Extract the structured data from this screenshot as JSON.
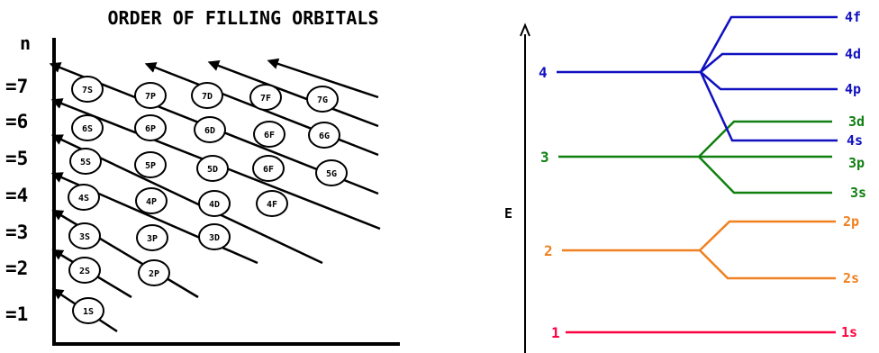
{
  "left_panel": {
    "title": "ORDER OF FILLING ORBITALS",
    "n_label": "n",
    "row_labels": [
      "=7",
      "=6",
      "=5",
      "=4",
      "=3",
      "=2",
      "=1"
    ],
    "orbitals": [
      {
        "label": "7S"
      },
      {
        "label": "7P"
      },
      {
        "label": "7D"
      },
      {
        "label": "7F"
      },
      {
        "label": "7G"
      },
      {
        "label": "6S"
      },
      {
        "label": "6P"
      },
      {
        "label": "6D"
      },
      {
        "label": "6F"
      },
      {
        "label": "6G"
      },
      {
        "label": "5S"
      },
      {
        "label": "5P"
      },
      {
        "label": "5D"
      },
      {
        "label": "6F"
      },
      {
        "label": "5G"
      },
      {
        "label": "4S"
      },
      {
        "label": "4P"
      },
      {
        "label": "4D"
      },
      {
        "label": "4F"
      },
      {
        "label": "3S"
      },
      {
        "label": "3P"
      },
      {
        "label": "3D"
      },
      {
        "label": "2S"
      },
      {
        "label": "2P"
      },
      {
        "label": "1S"
      }
    ]
  },
  "right_panel": {
    "axis_label": "E",
    "level_labels": [
      "1",
      "2",
      "3",
      "4"
    ],
    "sublevel_labels": [
      "1s",
      "2s",
      "2p",
      "3s",
      "3p",
      "3d",
      "4s",
      "4p",
      "4d",
      "4f"
    ],
    "colors": {
      "level_1": "#ff0040",
      "level_2": "#f08020",
      "level_3": "#108010",
      "level_4": "#1010c0",
      "axis": "#000000"
    }
  }
}
